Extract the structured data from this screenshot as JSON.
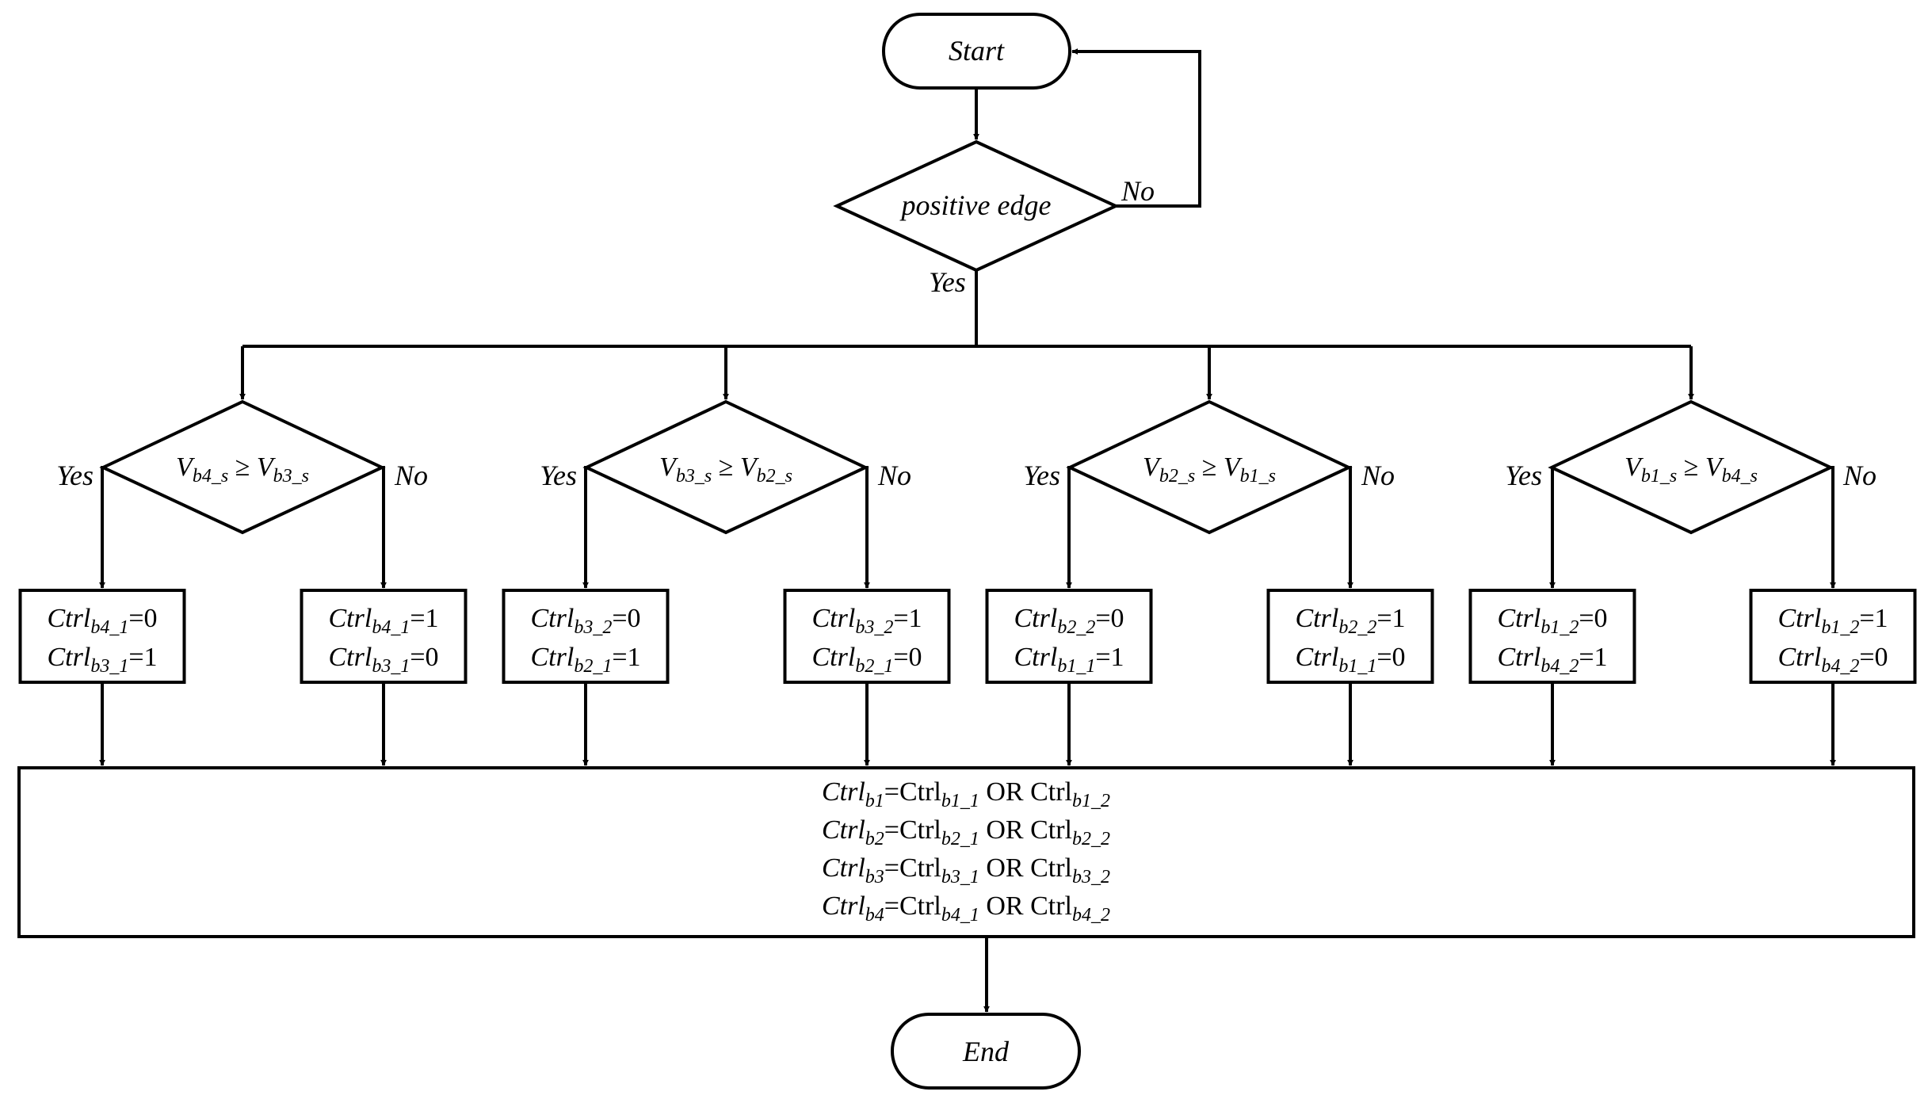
{
  "flowchart": {
    "start": "Start",
    "end": "End",
    "edge_check": {
      "text": "positive edge",
      "yes": "Yes",
      "no": "No"
    },
    "branch_labels": {
      "yes": "Yes",
      "no": "No"
    },
    "decisions": [
      {
        "lhs": "b4_s",
        "rhs": "b3_s"
      },
      {
        "lhs": "b3_s",
        "rhs": "b2_s"
      },
      {
        "lhs": "b2_s",
        "rhs": "b1_s"
      },
      {
        "lhs": "b1_s",
        "rhs": "b4_s"
      }
    ],
    "actions": [
      {
        "l1": "b4_1",
        "v1": "=0",
        "l2": "b3_1",
        "v2": "=1"
      },
      {
        "l1": "b4_1",
        "v1": "=1",
        "l2": "b3_1",
        "v2": "=0"
      },
      {
        "l1": "b3_2",
        "v1": "=0",
        "l2": "b2_1",
        "v2": "=1"
      },
      {
        "l1": "b3_2",
        "v1": "=1",
        "l2": "b2_1",
        "v2": "=0"
      },
      {
        "l1": "b2_2",
        "v1": "=0",
        "l2": "b1_1",
        "v2": "=1"
      },
      {
        "l1": "b2_2",
        "v1": "=1",
        "l2": "b1_1",
        "v2": "=0"
      },
      {
        "l1": "b1_2",
        "v1": "=0",
        "l2": "b4_2",
        "v2": "=1"
      },
      {
        "l1": "b1_2",
        "v1": "=1",
        "l2": "b4_2",
        "v2": "=0"
      }
    ],
    "combine": [
      {
        "out": "b1",
        "a": "b1_1",
        "op": " OR ",
        "b": "b1_2"
      },
      {
        "out": "b2",
        "a": "b2_1",
        "op": " OR ",
        "b": "b2_2"
      },
      {
        "out": "b3",
        "a": "b3_1",
        "op": " OR ",
        "b": "b3_2"
      },
      {
        "out": "b4",
        "a": "b4_1",
        "op": " OR ",
        "b": "b4_2"
      }
    ],
    "symbols": {
      "ctrl": "Ctrl",
      "v": "V",
      "geq": " ≥ ",
      "eq": "="
    }
  }
}
